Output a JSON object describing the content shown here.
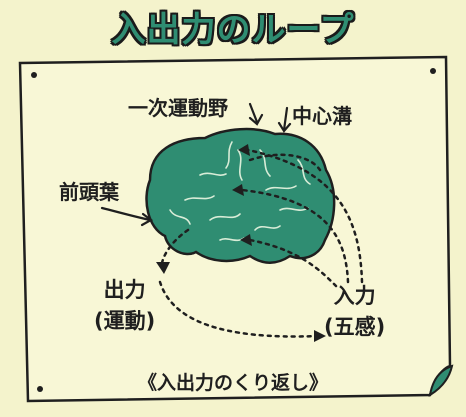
{
  "title": "入出力のループ",
  "labels": {
    "primary_motor_cortex": "一次運動野",
    "central_sulcus": "中心溝",
    "frontal_lobe": "前頭葉",
    "output_line1": "出力",
    "output_line2": "(運動)",
    "input_line1": "入力",
    "input_line2": "(五感)",
    "cycle_caption": "《入出力のくり返し》"
  },
  "colors": {
    "background": "#f4f3cc",
    "paper": "#f8f7d6",
    "brain": "#2f8d72",
    "title_fill": "#2f8d72",
    "ink": "#1f1f1f"
  }
}
